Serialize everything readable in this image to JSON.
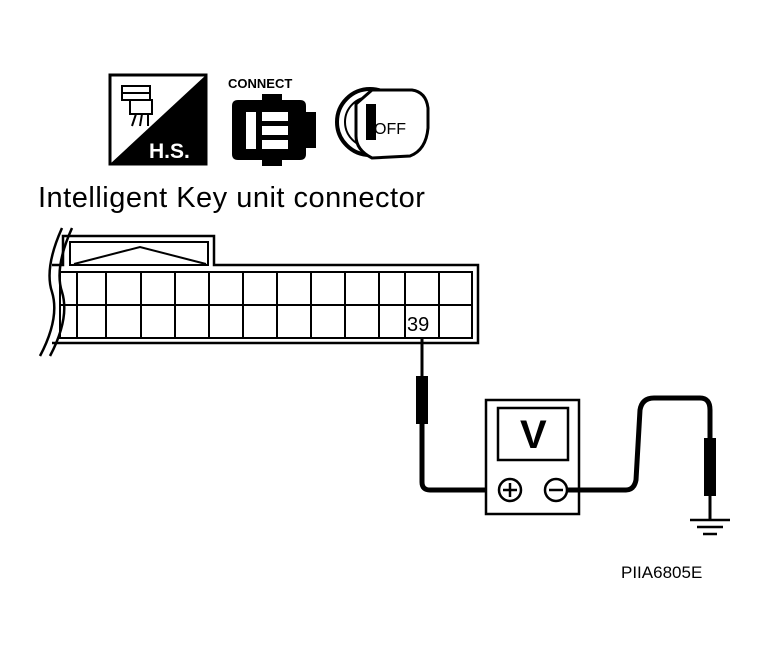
{
  "diagram": {
    "title": "Intelligent Key unit connector",
    "terminal_number": "39",
    "meter_symbol": "V",
    "figure_code": "PIIA6805E",
    "icons": {
      "harness_sign_label": "H.S.",
      "connect_label": "CONNECT",
      "ignition_label": "OFF",
      "harness_sign_icon": "harness-sign-icon",
      "connect_icon": "connector-connect-icon",
      "ignition_icon": "ignition-key-off-icon"
    },
    "colors": {
      "ink": "#000000",
      "paper": "#ffffff"
    }
  }
}
